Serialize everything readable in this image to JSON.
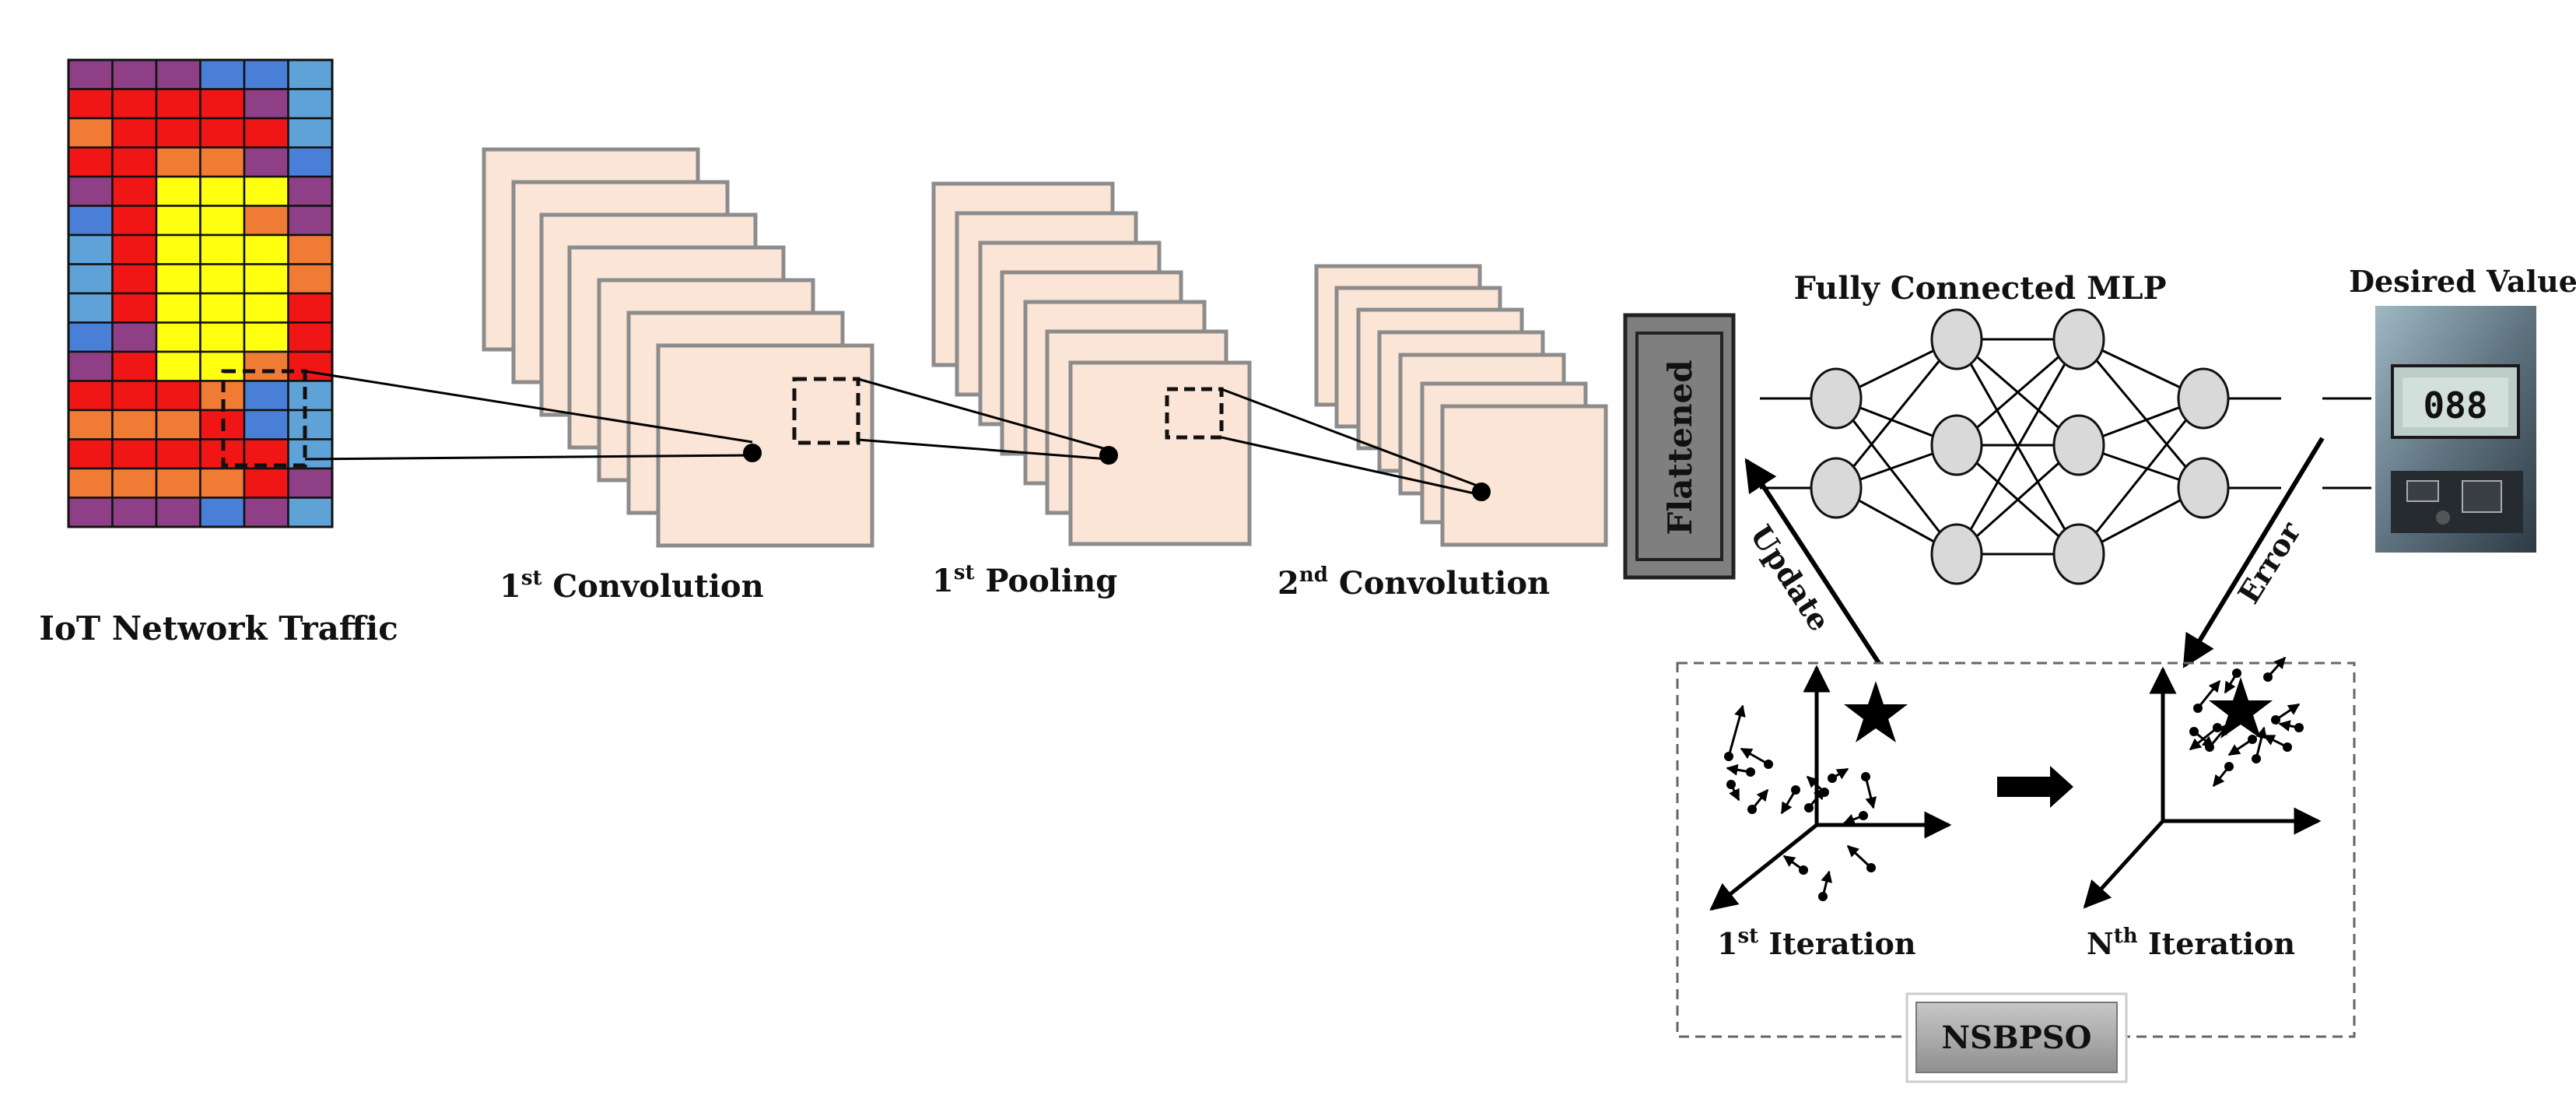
{
  "labels": {
    "input": "IoT Network Traffic",
    "conv1": {
      "num": "1",
      "sup": "st",
      "text": " Convolution"
    },
    "pool1": {
      "num": "1",
      "sup": "st",
      "text": " Pooling"
    },
    "conv2": {
      "num": "2",
      "sup": "nd",
      "text": " Convolution"
    },
    "flattened": "Flattened",
    "mlp": "Fully Connected MLP",
    "desired": "Desired Value",
    "update": "Update",
    "error": "Error",
    "iter1": {
      "num": "1",
      "sup": "st",
      "text": " Iteration"
    },
    "iterN": {
      "num": "N",
      "sup": "th",
      "text": " Iteration"
    },
    "nsbpso": "NSBPSO",
    "display_value": "088"
  },
  "heatmap": {
    "palette": {
      "P": "#8e3f86",
      "B": "#4a7fd8",
      "b": "#5ea2d8",
      "R": "#f01616",
      "O": "#ef7b35",
      "Y": "#ffff10",
      "y": "#f8f43a"
    },
    "rows": [
      "PPPBBb",
      "RRRRPb",
      "ORRRRb",
      "RROOPB",
      "PRYYYP",
      "BRYYOP",
      "bRYYYO",
      "bRYYYO",
      "bRYYYR",
      "BPYYYR",
      "PRYYOR",
      "RRROBb",
      "OOORBb",
      "RRRRRb",
      "OOOORP",
      "PPPBPb"
    ]
  },
  "mlp_layers": [
    2,
    3,
    3,
    2
  ],
  "colors": {
    "map_fill": "#fbe5d6",
    "map_stroke": "#8c8c8c",
    "neuron_fill": "#d9d9d9",
    "flattened_text": "#f4b183",
    "nsbpso_bg": "#a6a6a6"
  }
}
